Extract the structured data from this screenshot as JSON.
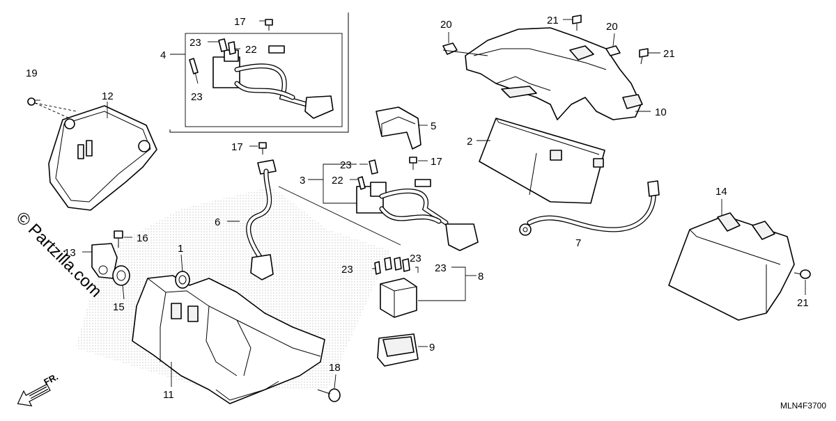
{
  "watermark": "© Partzilla.com",
  "diagram_code": "MLN4F3700",
  "front_label": "FR.",
  "callouts": {
    "c1": "1",
    "c2": "2",
    "c3": "3",
    "c4": "4",
    "c5": "5",
    "c6": "6",
    "c7": "7",
    "c8": "8",
    "c9": "9",
    "c10": "10",
    "c11": "11",
    "c12": "12",
    "c13": "13",
    "c14": "14",
    "c15": "15",
    "c16": "16",
    "c17a": "17",
    "c17b": "17",
    "c17c": "17",
    "c18": "18",
    "c19": "19",
    "c20a": "20",
    "c20b": "20",
    "c21a": "21",
    "c21b": "21",
    "c21c": "21",
    "c22a": "22",
    "c22b": "22",
    "c23a": "23",
    "c23b": "23",
    "c23c": "23",
    "c23d": "23",
    "c23e": "23",
    "c23f": "23"
  }
}
